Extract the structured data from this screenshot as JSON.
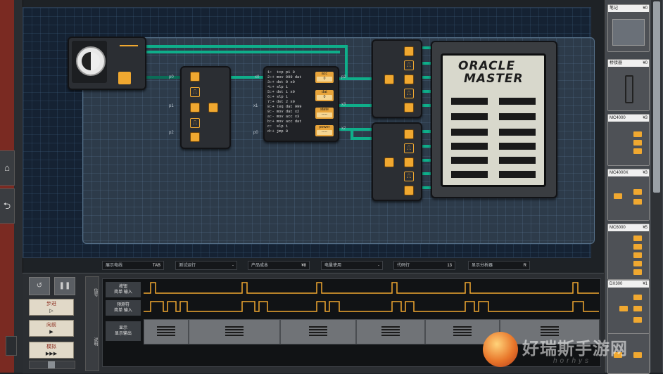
{
  "sidebar": {
    "home_icon": "⌂",
    "back_icon": "⮌"
  },
  "oracle": {
    "title_line1": "ORACLE",
    "title_line2": "MASTER"
  },
  "cpu": {
    "code": "1:  tcp p1 0\n2:+ mov 999 dat\n3:+ dst 0 x0\n4:+ slp 1\n5:+ dst 1 x0\n6:+ slp 1\n7:+ dst 2 x0\n8:+ teq dat 999\n9:- mov dat x2\na:- mov acc x3\nb:+ mov acc dat\nc:  slp 1\nd:+ jmp 8",
    "registers": [
      {
        "name": "acc",
        "value": "0"
      },
      {
        "name": "dat",
        "value": "0"
      },
      {
        "name": "state",
        "value": "-----"
      },
      {
        "name": "power",
        "value": "-----"
      }
    ]
  },
  "ports": {
    "p0a": "p0",
    "p1": "p1",
    "p2": "p2",
    "x0": "x0",
    "x1": "x1",
    "p0b": "p0",
    "p2b": "p2",
    "x3": "x3",
    "x2": "x2"
  },
  "status": [
    {
      "label": "展示电线",
      "value": "TAB"
    },
    {
      "label": "测试运行",
      "value": "-"
    },
    {
      "label": "产品成本",
      "value": "¥8"
    },
    {
      "label": "电量使用",
      "value": "-"
    },
    {
      "label": "代码行",
      "value": "13"
    },
    {
      "label": "显示分析器",
      "value": "R"
    }
  ],
  "controls": {
    "step": "步进",
    "forward": "向前",
    "fast": "模拟",
    "step_sym": "▷",
    "forward_sym": "▶",
    "fast_sym": "▶▶▶"
  },
  "tabs": {
    "t1": "信号",
    "t2": "说明"
  },
  "waves": [
    {
      "title": "按钮",
      "sub": "简单 输入"
    },
    {
      "title": "预测符",
      "sub": "简单 输入"
    },
    {
      "title": "显示",
      "sub": "显示输出"
    }
  ],
  "parts": [
    {
      "name": "笔记",
      "cost": "¥0"
    },
    {
      "name": "桥接器",
      "cost": "¥0"
    },
    {
      "name": "MC4000",
      "cost": "¥3"
    },
    {
      "name": "MC4000X",
      "cost": "¥3"
    },
    {
      "name": "MC6000",
      "cost": "¥5"
    },
    {
      "name": "DX300",
      "cost": "¥1"
    }
  ],
  "watermark": {
    "text": "好瑞斯手游网",
    "sub": "horhys"
  }
}
